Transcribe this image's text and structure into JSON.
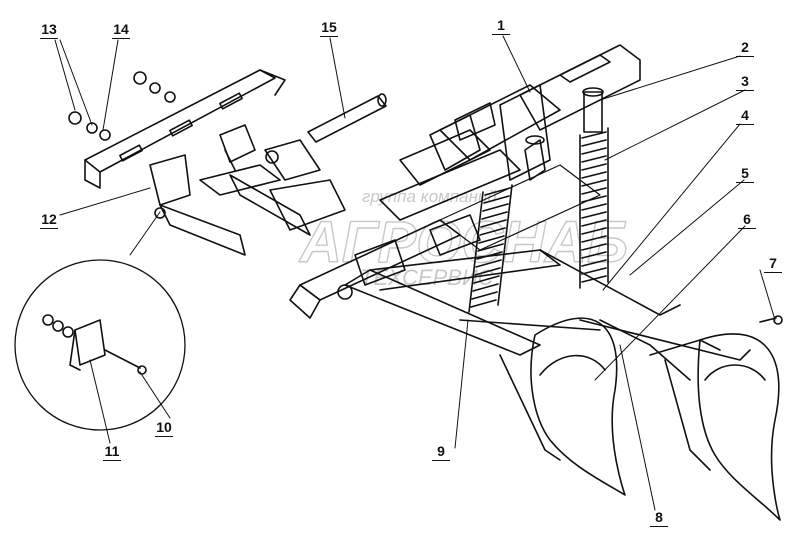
{
  "diagram": {
    "callouts": [
      "1",
      "2",
      "3",
      "4",
      "5",
      "6",
      "7",
      "8",
      "9",
      "10",
      "11",
      "12",
      "13",
      "14",
      "15"
    ],
    "watermark": {
      "line1": "группа компаний",
      "line2": "АГРОСНАБ",
      "line3": "ТЕХСЕРВИС"
    },
    "colors": {
      "ink": "#111111",
      "paper": "#ffffff",
      "watermark": "#c8c8c8"
    }
  }
}
